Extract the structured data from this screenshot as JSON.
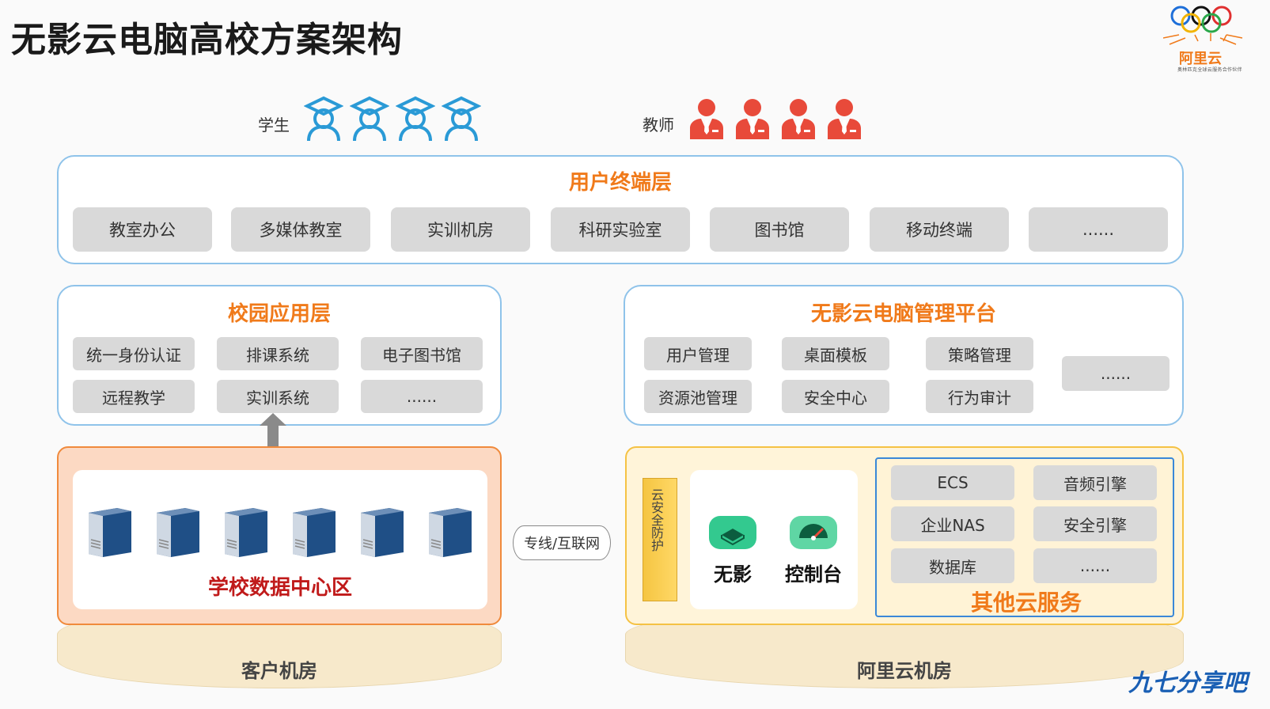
{
  "title": "无影云电脑高校方案架构",
  "logo": {
    "brand": "阿里云",
    "sub": "奥林匹克全球云服务合作伙伴"
  },
  "users": {
    "student_label": "学生",
    "teacher_label": "教师"
  },
  "terminal_layer": {
    "title": "用户终端层",
    "items": [
      "教室办公",
      "多媒体教室",
      "实训机房",
      "科研实验室",
      "图书馆",
      "移动终端",
      "......"
    ]
  },
  "campus_layer": {
    "title": "校园应用层",
    "items": [
      "统一身份认证",
      "排课系统",
      "电子图书馆",
      "远程教学",
      "实训系统",
      "......"
    ]
  },
  "platform": {
    "title": "无影云电脑管理平台",
    "items": [
      "用户管理",
      "桌面模板",
      "策略管理",
      "资源池管理",
      "安全中心",
      "行为审计"
    ],
    "more": "......"
  },
  "datacenter": {
    "label": "学校数据中心区"
  },
  "link": {
    "label": "专线/互联网"
  },
  "aliyun": {
    "shield_label": "云安全防护",
    "products": [
      "无影",
      "控制台"
    ],
    "services_title": "其他云服务",
    "services": [
      "ECS",
      "音频引擎",
      "企业NAS",
      "安全引擎",
      "数据库",
      "......"
    ]
  },
  "bases": {
    "customer": "客户机房",
    "aliyun": "阿里云机房"
  },
  "watermark": "九七分享吧",
  "colors": {
    "accent": "#f07a1a",
    "panel_border": "#8fc3ea",
    "student": "#2a9ad6",
    "teacher": "#e84a3a"
  }
}
